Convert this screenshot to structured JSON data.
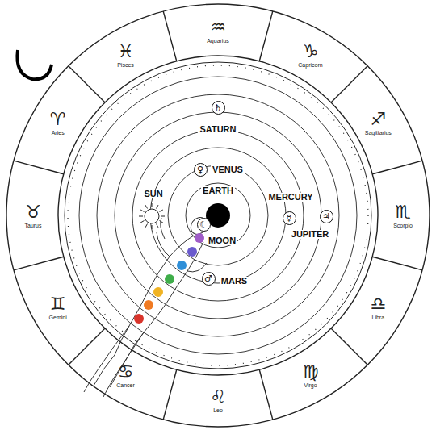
{
  "diagram": {
    "nodes": [
      {
        "text": [
          "♒",
          "Aquarius"
        ]
      },
      {
        "text": [
          "♑",
          "Capricorn"
        ]
      },
      {
        "text": [
          "♐",
          "Sagittarius"
        ]
      },
      {
        "text": [
          "♏",
          "Scorpio"
        ]
      },
      {
        "text": [
          "♎",
          "Libra"
        ]
      },
      {
        "text": [
          "♍",
          "Virgo"
        ]
      },
      {
        "text": [
          "♌",
          "Leo"
        ]
      },
      {
        "text": [
          "♋",
          "Cancer"
        ]
      },
      {
        "text": [
          "♊",
          "Gemini"
        ]
      },
      {
        "text": [
          "♉",
          "Taurus"
        ]
      },
      {
        "text": [
          "♈",
          "Aries"
        ]
      },
      {
        "text": [
          "♓",
          "Pisces"
        ]
      }
    ],
    "labels": [
      "♄",
      "SATURN",
      "♀",
      "VENUS",
      "SUN",
      "EARTH",
      "MERCURY",
      "☿",
      "♃",
      "JUPITER",
      "☾",
      "MOON",
      "♂",
      "MARS"
    ]
  }
}
